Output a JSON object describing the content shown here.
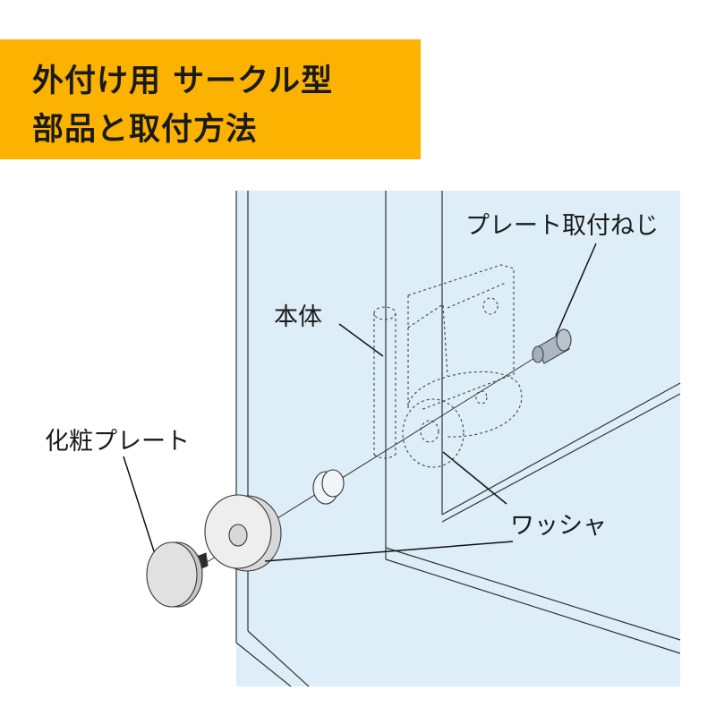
{
  "title": {
    "line1": "外付け用 サークル型",
    "line2": "部品と取付方法"
  },
  "labels": {
    "screw": "プレート取付ねじ",
    "body": "本体",
    "cover_plate": "化粧プレート",
    "washer": "ワッシャ"
  },
  "colors": {
    "banner": "#fbb200",
    "glass": "#ddeef8",
    "line": "#1a1a1a"
  }
}
